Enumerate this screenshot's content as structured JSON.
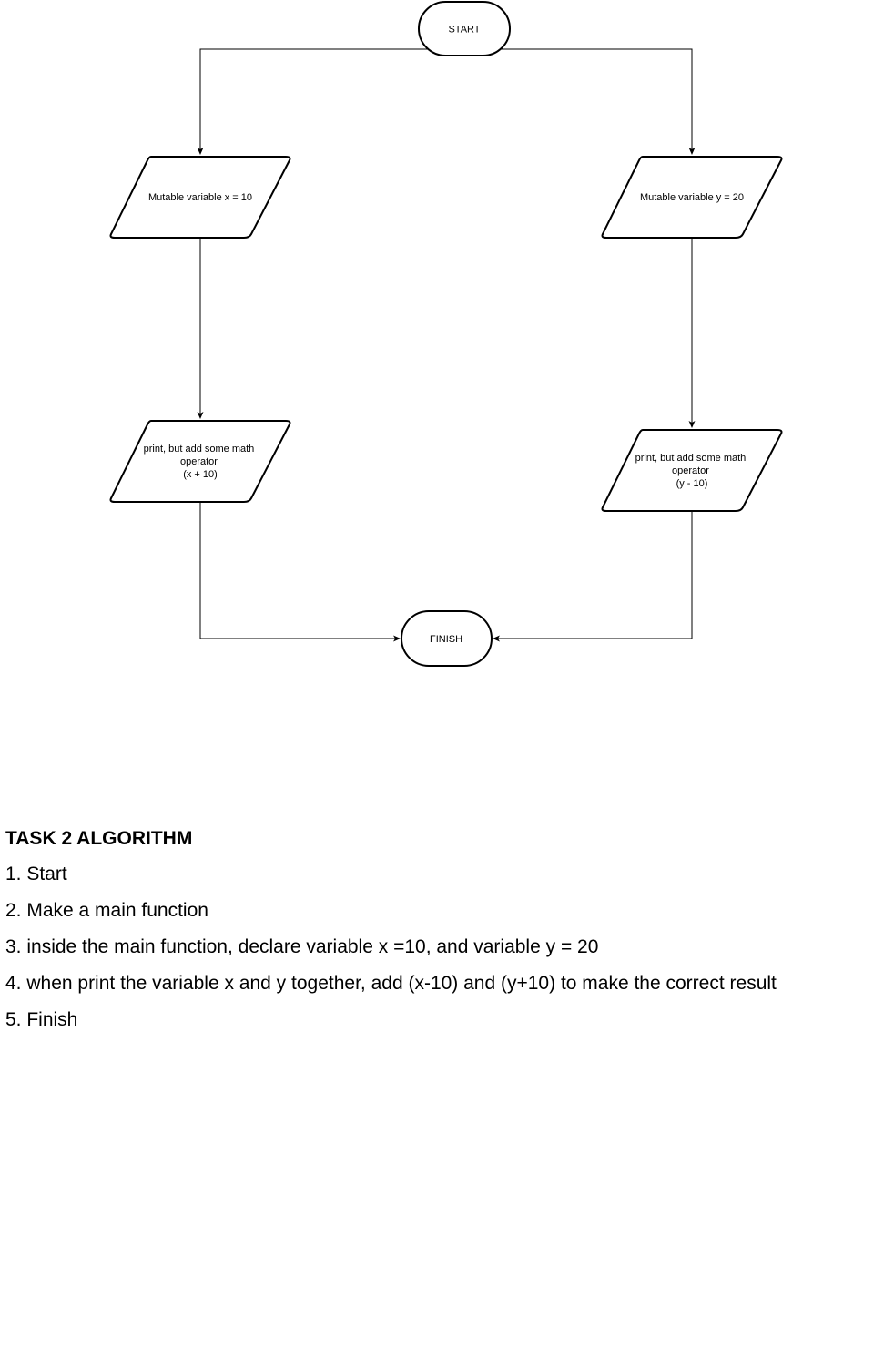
{
  "flowchart": {
    "start": {
      "label": "START"
    },
    "declare_x": {
      "label": "Mutable variable x = 10"
    },
    "declare_y": {
      "label": "Mutable variable y = 20"
    },
    "print_x": {
      "lines": [
        "print, but add some math",
        "operator",
        "(x + 10)"
      ]
    },
    "print_y": {
      "lines": [
        "print, but add some math",
        "operator",
        "(y - 10)"
      ]
    },
    "finish": {
      "label": "FINISH"
    }
  },
  "algorithm": {
    "title": "TASK 2 ALGORITHM",
    "steps": [
      "1. Start",
      "2. Make a main function",
      "3. inside the main function, declare variable x =10, and  variable y = 20",
      "4. when print the variable x and y together, add (x-10) and (y+10) to make the correct result",
      "5. Finish"
    ]
  }
}
